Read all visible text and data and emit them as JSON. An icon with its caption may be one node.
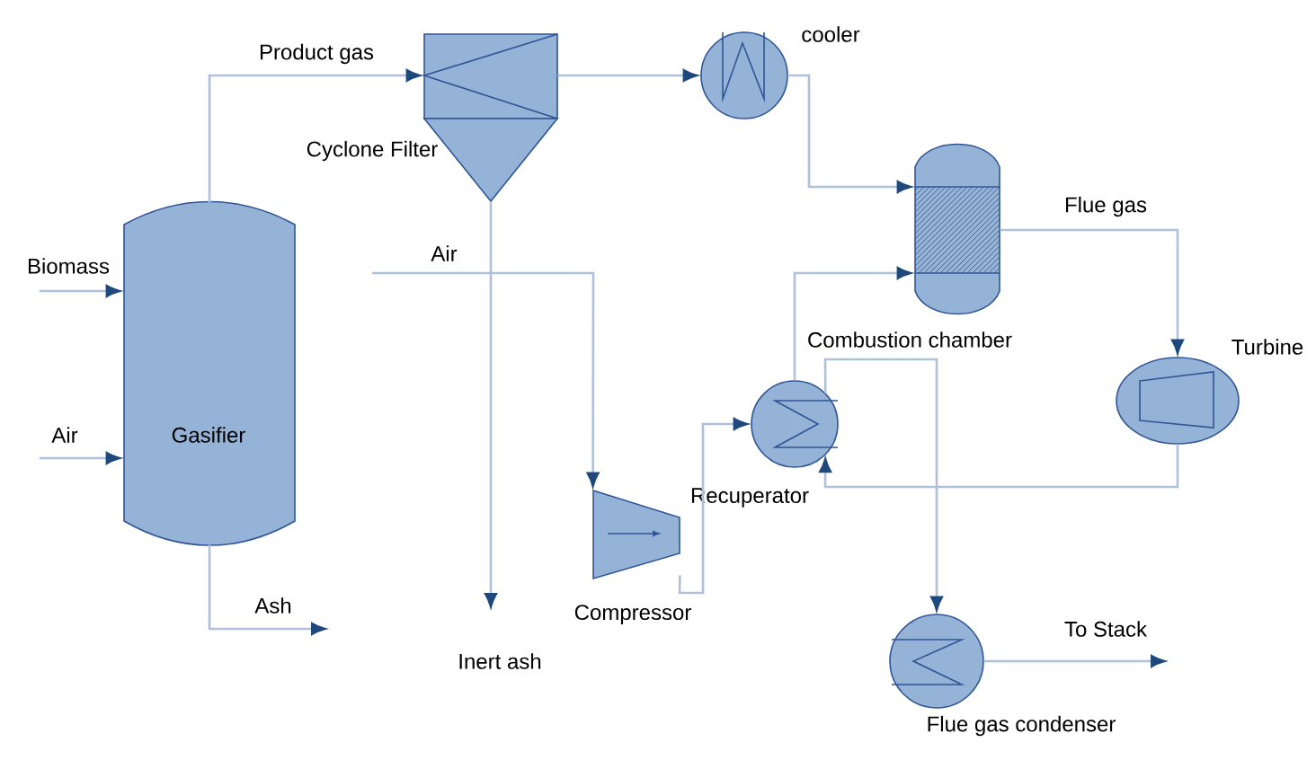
{
  "diagram": {
    "nodes": [
      {
        "text": [
          "Gasifier"
        ]
      },
      {
        "text": [
          "Cyclone Filter"
        ]
      },
      {
        "text": [
          "cooler"
        ]
      },
      {
        "text": [
          "Combustion chamber"
        ]
      },
      {
        "text": [
          "Turbine"
        ]
      },
      {
        "text": [
          "Recuperator"
        ]
      },
      {
        "text": [
          "Compressor"
        ]
      },
      {
        "text": [
          "Flue gas condenser"
        ]
      }
    ],
    "edges": [
      {
        "from": null,
        "to": 0,
        "arrow": "to",
        "label": "Biomass"
      },
      {
        "from": null,
        "to": 0,
        "arrow": "to",
        "label": "Air"
      },
      {
        "from": 0,
        "to": null,
        "arrow": "to",
        "label": "Ash"
      },
      {
        "from": 0,
        "to": 1,
        "arrow": "to",
        "label": "Product gas"
      },
      {
        "from": 1,
        "to": 2,
        "arrow": "to"
      },
      {
        "from": 2,
        "to": 3,
        "arrow": "to"
      },
      {
        "from": 1,
        "to": null,
        "arrow": "to",
        "label": "Inert ash"
      },
      {
        "from": null,
        "to": 6,
        "arrow": "to",
        "label": "Air"
      },
      {
        "from": 6,
        "to": 5,
        "arrow": "to"
      },
      {
        "from": 5,
        "to": 3,
        "arrow": "to"
      },
      {
        "from": 3,
        "to": 4,
        "arrow": "to",
        "label": "Flue gas"
      },
      {
        "from": 4,
        "to": 5,
        "arrow": "to"
      },
      {
        "from": 5,
        "to": 7,
        "arrow": "to"
      },
      {
        "from": 7,
        "to": null,
        "arrow": "to",
        "label": "To Stack"
      }
    ]
  }
}
